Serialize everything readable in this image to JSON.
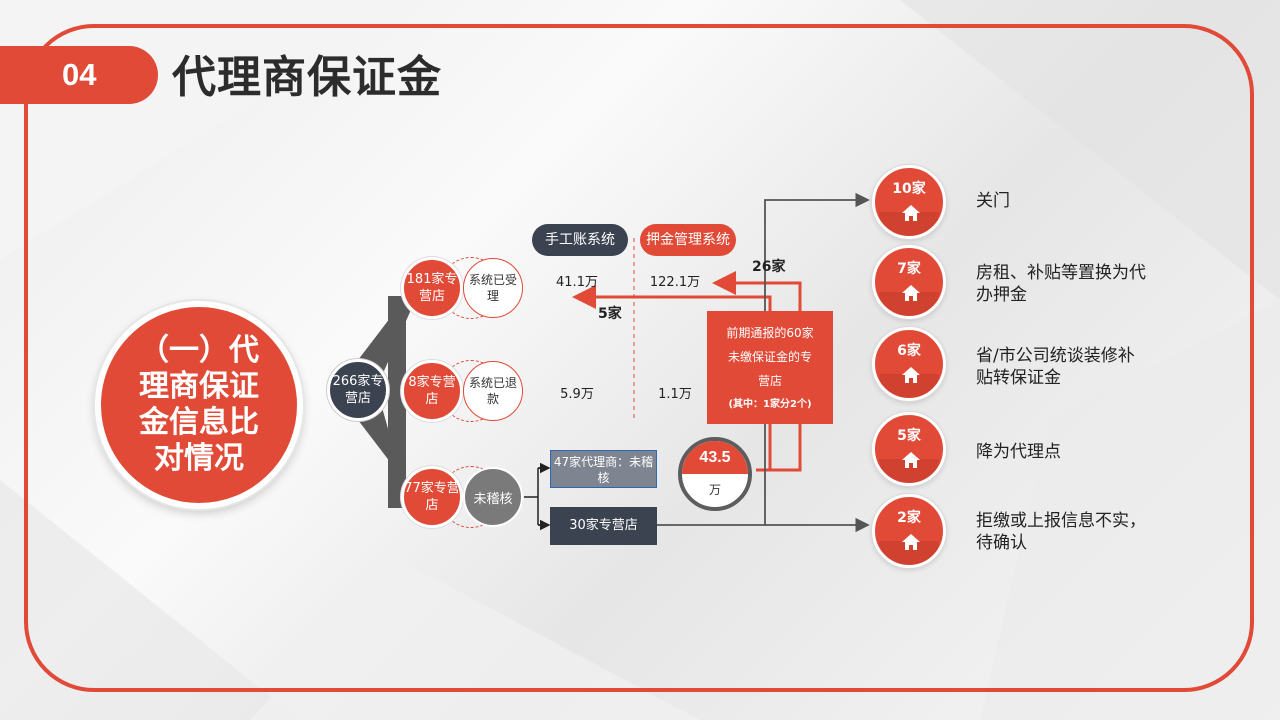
{
  "header": {
    "number": "04",
    "title": "代理商保证金"
  },
  "section_title": "（一）代理商保证金信息比对情况",
  "root": {
    "label": "266家专营店"
  },
  "systems": {
    "manual": "手工账系统",
    "deposit": "押金管理系统"
  },
  "branches": [
    {
      "count": "181家专营店",
      "status": "系统已受理",
      "manual_value": "41.1万",
      "deposit_value": "122.1万"
    },
    {
      "count": "8家专营店",
      "status": "系统已退款",
      "manual_value": "5.9万",
      "deposit_value": "1.1万"
    },
    {
      "count": "77家专营店",
      "status": "未稽核"
    }
  ],
  "sub_boxes": {
    "agents": "47家代理商：未稽核",
    "stores": "30家专营店"
  },
  "notice_box": {
    "line1": "前期通报的60家",
    "line2": "未缴保证金的专",
    "line3": "营店",
    "note": "(其中：1家分2个)"
  },
  "gauge": {
    "value": "43.5",
    "unit": "万"
  },
  "flow_labels": {
    "to_manual": "5家",
    "to_deposit": "26家"
  },
  "outcomes": [
    {
      "count": "10家",
      "desc": "关门",
      "icon": "house-icon"
    },
    {
      "count": "7家",
      "desc": "房租、补贴等置换为代办押金",
      "icon": "house-icon"
    },
    {
      "count": "6家",
      "desc": "省/市公司统谈装修补贴转保证金",
      "icon": "house-icon"
    },
    {
      "count": "5家",
      "desc": "降为代理点",
      "icon": "house-icon"
    },
    {
      "count": "2家",
      "desc": "拒缴或上报信息不实，待确认",
      "icon": "house-icon"
    }
  ],
  "colors": {
    "accent": "#e04a37",
    "dark": "#3b4250",
    "gray": "#7a7a7a"
  }
}
